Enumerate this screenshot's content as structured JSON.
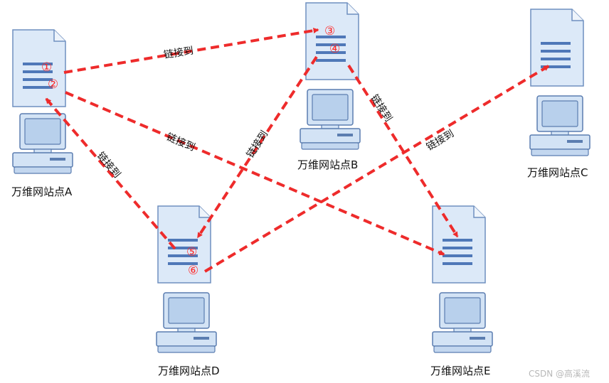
{
  "sites": {
    "A": {
      "label": "万维网站点A",
      "markers": [
        "①",
        "②"
      ]
    },
    "B": {
      "label": "万维网站点B",
      "markers": [
        "③",
        "④"
      ]
    },
    "C": {
      "label": "万维网站点C",
      "markers": []
    },
    "D": {
      "label": "万维网站点D",
      "markers": [
        "⑤",
        "⑥"
      ]
    },
    "E": {
      "label": "万维网站点E",
      "markers": []
    }
  },
  "links": {
    "a1_b3": "链接到",
    "a2_e": "链接到",
    "b4_e": "链接到",
    "b4_d5": "链接到",
    "d6_c": "链接到",
    "d5_a2": "链接到"
  },
  "watermark": "CSDN @高溪流",
  "colors": {
    "arrow": "#ee2b2b",
    "doc_fill": "#dce9f8",
    "doc_stroke": "#6f8fbf",
    "doc_lines": "#4f78b8",
    "pc_fill": "#d3e3f5",
    "pc_stroke": "#5b7db0"
  }
}
